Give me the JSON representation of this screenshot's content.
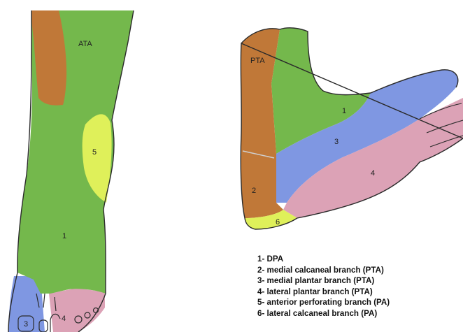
{
  "colors": {
    "green": "#74b84c",
    "orange": "#c07838",
    "yellow": "#dff05a",
    "blue": "#7f97e2",
    "pink": "#dca2b6",
    "outline": "#2b2b2b"
  },
  "front_view": {
    "labels": {
      "ata": "ATA",
      "r1": "1",
      "r3": "3",
      "r4": "4",
      "r5": "5"
    }
  },
  "side_view": {
    "labels": {
      "pta": "PTA",
      "r1": "1",
      "r2": "2",
      "r3": "3",
      "r4": "4",
      "r6": "6"
    }
  },
  "legend": {
    "items": [
      "1- DPA",
      "2- medial calcaneal branch (PTA)",
      "3- medial plantar branch (PTA)",
      "4- lateral plantar branch (PTA)",
      "5- anterior perforating branch (PA)",
      "6- lateral calcaneal branch (PA)"
    ]
  }
}
